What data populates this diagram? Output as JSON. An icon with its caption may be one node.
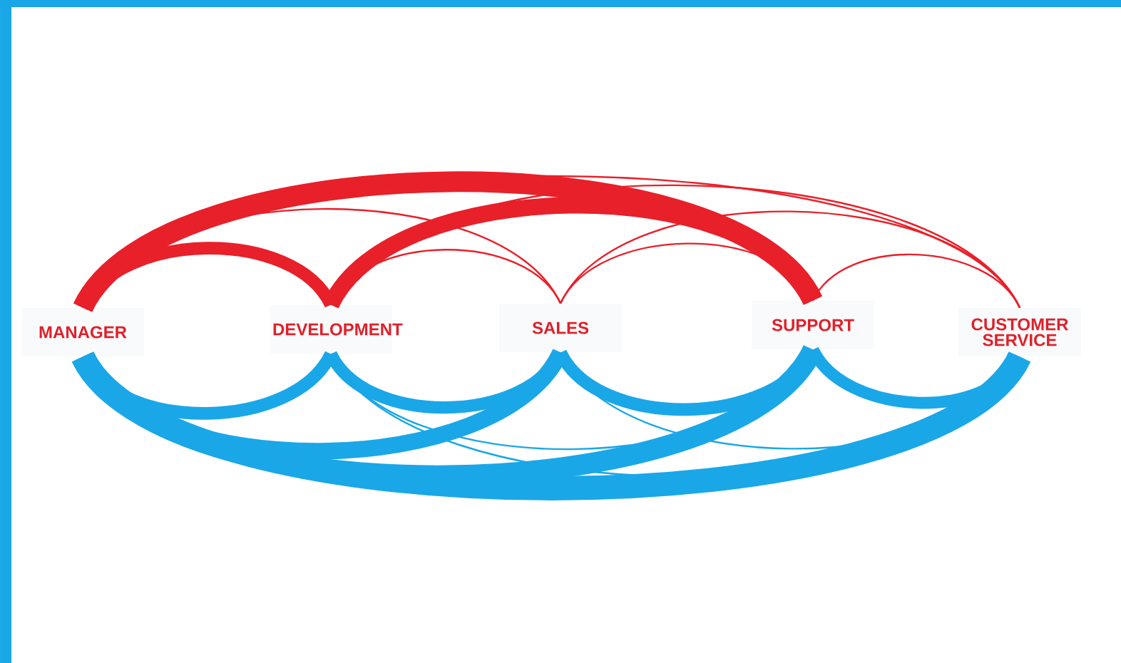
{
  "diagram": {
    "nodes": [
      {
        "text": [
          "MANAGER"
        ]
      },
      {
        "text": [
          "DEVELOPMENT"
        ]
      },
      {
        "text": [
          "SALES"
        ]
      },
      {
        "text": [
          "SUPPORT"
        ]
      },
      {
        "text": [
          "CUSTOMER SERVICE"
        ]
      }
    ],
    "edges": [
      {
        "from": 0,
        "to": 1,
        "arrow": "none",
        "style": "thick",
        "color": "#e8202a"
      },
      {
        "from": 1,
        "to": 3,
        "arrow": "none",
        "style": "thick",
        "color": "#e8202a"
      },
      {
        "from": 0,
        "to": 3,
        "arrow": "none",
        "style": "thick",
        "color": "#e8202a"
      },
      {
        "from": 0,
        "to": 4,
        "arrow": "none",
        "color": "#e8202a"
      },
      {
        "from": 0,
        "to": 2,
        "arrow": "none",
        "color": "#e8202a"
      },
      {
        "from": 1,
        "to": 2,
        "arrow": "none",
        "color": "#e8202a"
      },
      {
        "from": 1,
        "to": 4,
        "arrow": "none",
        "color": "#e8202a"
      },
      {
        "from": 2,
        "to": 3,
        "arrow": "none",
        "color": "#e8202a"
      },
      {
        "from": 2,
        "to": 4,
        "arrow": "none",
        "color": "#e8202a"
      },
      {
        "from": 3,
        "to": 4,
        "arrow": "none",
        "color": "#e8202a"
      },
      {
        "from": 1,
        "to": 0,
        "arrow": "none",
        "style": "thick",
        "color": "#1aa7e8"
      },
      {
        "from": 2,
        "to": 1,
        "arrow": "none",
        "style": "thick",
        "color": "#1aa7e8"
      },
      {
        "from": 3,
        "to": 2,
        "arrow": "none",
        "style": "thick",
        "color": "#1aa7e8"
      },
      {
        "from": 4,
        "to": 3,
        "arrow": "none",
        "style": "thick",
        "color": "#1aa7e8"
      },
      {
        "from": 2,
        "to": 0,
        "arrow": "none",
        "style": "thick",
        "color": "#1aa7e8"
      },
      {
        "from": 3,
        "to": 0,
        "arrow": "none",
        "style": "thick",
        "color": "#1aa7e8"
      },
      {
        "from": 4,
        "to": 0,
        "arrow": "none",
        "style": "thick",
        "color": "#1aa7e8"
      },
      {
        "from": 3,
        "to": 1,
        "arrow": "none",
        "color": "#1aa7e8"
      },
      {
        "from": 4,
        "to": 1,
        "arrow": "none",
        "color": "#1aa7e8"
      },
      {
        "from": 4,
        "to": 2,
        "arrow": "none",
        "color": "#1aa7e8"
      }
    ]
  }
}
